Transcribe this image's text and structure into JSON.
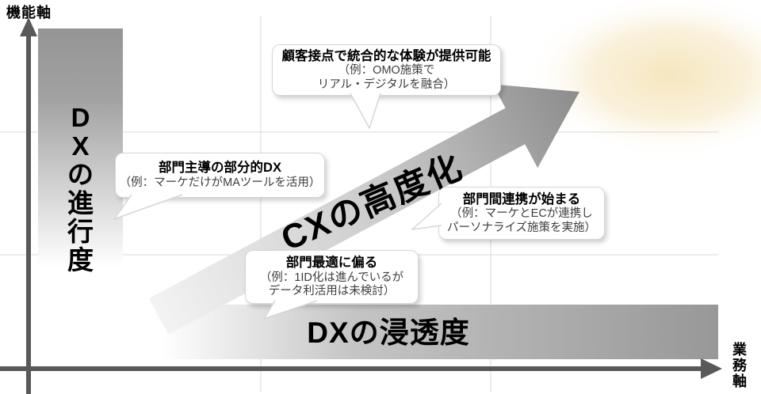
{
  "diagram": {
    "y_axis_label": "機能軸",
    "x_axis_label": "業務軸",
    "vertical_bar_label": "DXの進行度",
    "vertical_bar_label_stacked": "D\nX\nの\n進\n行\n度",
    "horizontal_bar_label": "DXの浸透度",
    "arrow_label": "CXの高度化"
  },
  "callouts": {
    "goal": {
      "title": "顧客接点で統合的な体験が提供可能",
      "body": "（例：OMO施策で\nリアル・デジタルを融合）"
    },
    "partial_dx": {
      "title": "部門主導の部分的DX",
      "body": "（例：マーケだけがMAツールを活用）"
    },
    "collaboration": {
      "title": "部門間連携が始まる",
      "body": "（例：マーケとECが連携し\nパーソナライズ施策を実施）"
    },
    "local_optimum": {
      "title": "部門最適に偏る",
      "body": "（例：1ID化は進んでいるが\nデータ利活用は未検討）"
    }
  },
  "colors": {
    "axis": "#595959",
    "gridline": "#d9d9d9",
    "bar_gray": "#999999",
    "arrow_dark": "#8c8c8c",
    "glow_yellow": "#f7e7c1",
    "callout_border": "#d6d6d6"
  }
}
